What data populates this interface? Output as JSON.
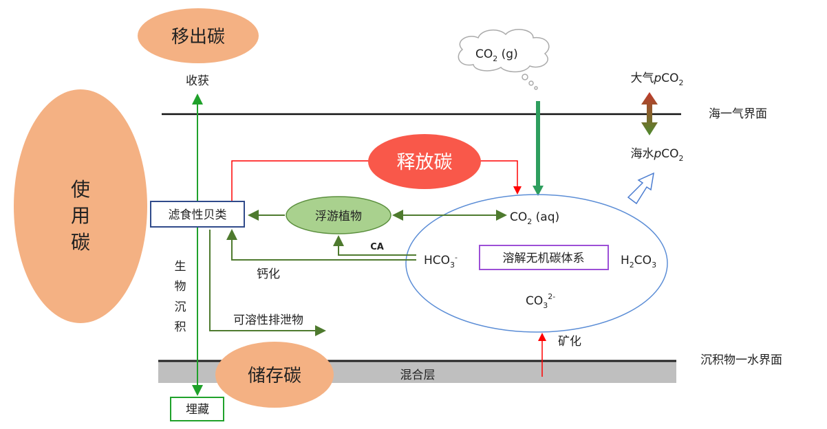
{
  "nodes": {
    "removed_carbon": "移出碳",
    "harvest": "收获",
    "used_carbon": [
      "使",
      "用",
      "碳"
    ],
    "released_carbon": "释放碳",
    "filter_feeding_shellfish": "滤食性贝类",
    "phytoplankton": "浮游植物",
    "dic_system": "溶解无机碳体系",
    "stored_carbon": "储存碳",
    "burial": "埋藏",
    "mixed_layer": "混合层"
  },
  "labels": {
    "sea_air_interface": "海一气界面",
    "sediment_water_interface": "沉积物一水界面",
    "bio_deposition": [
      "生",
      "物",
      "沉",
      "积"
    ],
    "calcification": "钙化",
    "ca": "CA",
    "soluble_excreta": "可溶性排泄物",
    "mineralization": "矿化",
    "atm_pco2_prefix": "大气",
    "sea_pco2_prefix": "海水",
    "p": "p",
    "co": "CO",
    "two": "2"
  },
  "chemistry": {
    "co2_gas": {
      "base": "CO",
      "sub": "2",
      "suffix": " (g)"
    },
    "co2_aq": {
      "base": "CO",
      "sub": "2",
      "suffix": " (aq)"
    },
    "hco3": {
      "base": "HCO",
      "sub": "3",
      "sup": "-"
    },
    "h2co3": {
      "a": "H",
      "sub": "2",
      "b": "CO",
      "sub2": "3"
    },
    "co3": {
      "base": "CO",
      "sub": "3",
      "sup": "2-"
    }
  },
  "colors": {
    "orange_node": "#F4B183",
    "release_red": "#F9584A",
    "phyto_green": "#A9D18E",
    "arrow_dark_green": "#4E7A2E",
    "arrow_bright_green": "#1FA12A",
    "dic_blue": "#5B8DD6",
    "dic_box_purple": "#9C4FD6",
    "shellfish_box_blue": "#2F4A8A"
  }
}
